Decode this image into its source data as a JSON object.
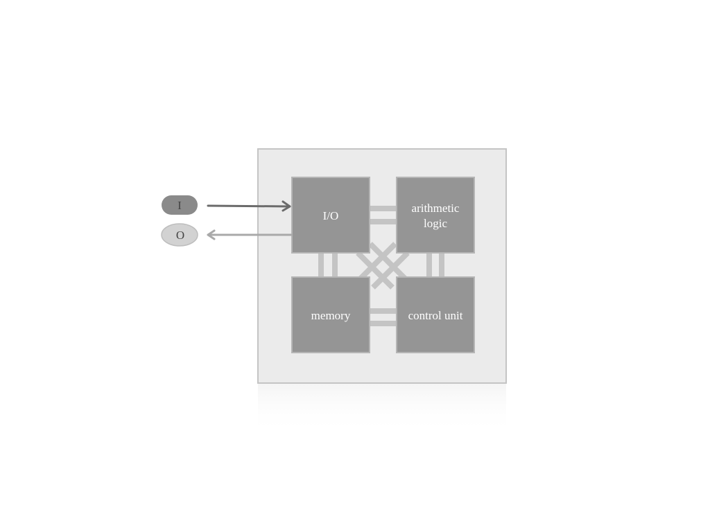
{
  "colors": {
    "container_fill": "#ebebeb",
    "container_border": "#c4c4c4",
    "box_fill": "#959595",
    "box_border": "#b5b5b5",
    "bus_color": "#c4c4c4",
    "input_pill_fill": "#8a8a8a",
    "output_pill_fill": "#d2d2d2",
    "input_arrow": "#6b6b6b",
    "output_arrow": "#a9a9a9",
    "label_color": "#ffffff"
  },
  "input": {
    "label": "I"
  },
  "output": {
    "label": "O"
  },
  "boxes": {
    "io": {
      "label_lines": [
        "I/O"
      ]
    },
    "alu": {
      "label_lines": [
        "arithmetic",
        "logic"
      ]
    },
    "memory": {
      "label_lines": [
        "memory"
      ]
    },
    "control": {
      "label_lines": [
        "control unit"
      ]
    }
  }
}
